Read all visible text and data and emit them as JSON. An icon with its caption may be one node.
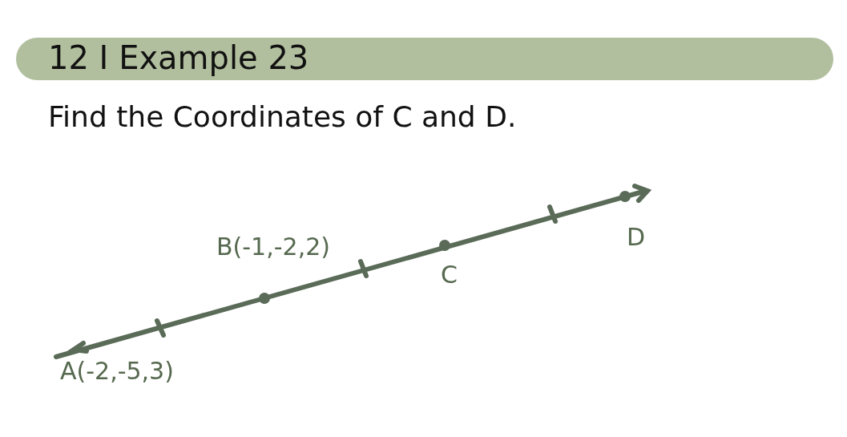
{
  "diagram": {
    "title": "12 I Example 23",
    "labels": [
      "Find the Coordinates of C and D.",
      "B(-1,-2,2)",
      "C",
      "D",
      "A(-2,-5,3)"
    ]
  }
}
